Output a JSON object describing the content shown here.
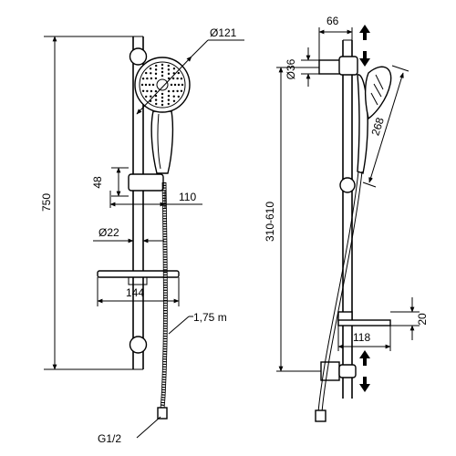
{
  "front_view": {
    "overall_height": "750",
    "head_diameter": "Ø121",
    "holder_height": "48",
    "holder_projection": "110",
    "rail_diameter": "Ø22",
    "shelf_width": "144",
    "hose_length": "1,75 m",
    "connection": "G1/2"
  },
  "side_view": {
    "rail_offset": "66",
    "holder_diameter": "Ø36",
    "head_length": "268",
    "adjust_range": "310-610",
    "shelf_height": "20",
    "shelf_depth": "118"
  }
}
